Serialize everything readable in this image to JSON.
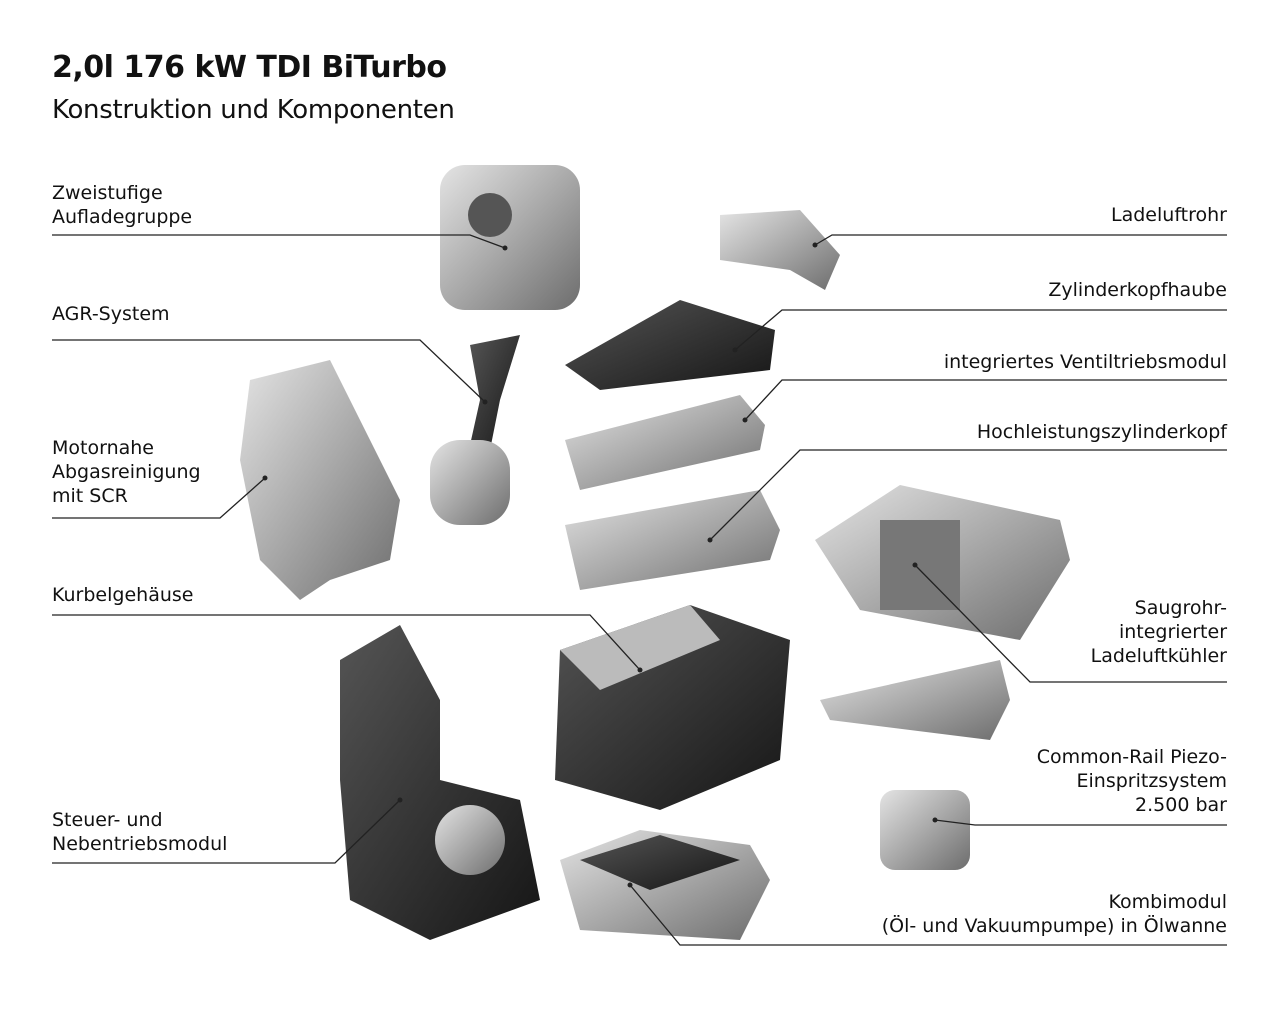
{
  "title": "2,0l 176 kW TDI BiTurbo",
  "subtitle": "Konstruktion und Komponenten",
  "labels": {
    "aufladegruppe": [
      "Zweistufige",
      "Aufladegruppe"
    ],
    "ladeluftrohr": [
      "Ladeluftrohr"
    ],
    "agr": [
      "AGR-System"
    ],
    "zylinderkopfhaube": [
      "Zylinderkopfhaube"
    ],
    "ventiltrieb": [
      "integriertes Ventiltriebsmodul"
    ],
    "zylinderkopf": [
      "Hochleistungszylinderkopf"
    ],
    "abgas": [
      "Motornahe",
      "Abgasreinigung",
      "mit SCR"
    ],
    "kurbelgehaeuse": [
      "Kurbelgehäuse"
    ],
    "ladeluftkuehler": [
      "Saugrohr-",
      "integrierter",
      "Ladeluftkühler"
    ],
    "commonrail": [
      "Common-Rail Piezo-",
      "Einspritzsystem",
      "2.500 bar"
    ],
    "steuer": [
      "Steuer- und",
      "Nebentriebsmodul"
    ],
    "kombimodul": [
      "Kombimodul",
      "(Öl- und Vakuumpumpe) in Ölwanne"
    ]
  }
}
